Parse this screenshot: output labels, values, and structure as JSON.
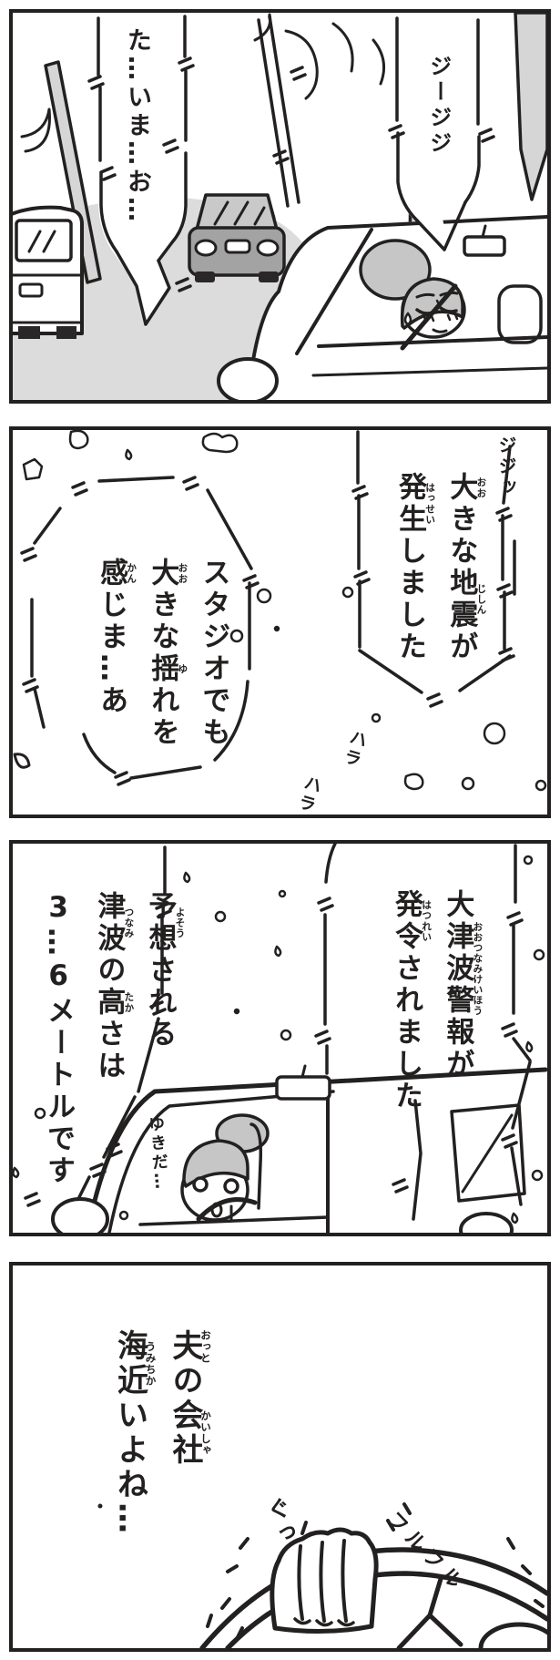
{
  "title": "four-panel earthquake manga page",
  "colors": {
    "ink": "#232020",
    "paper": "#ffffff",
    "road_gray": "#dcdcdc",
    "pole_gray": "#d6d6d6",
    "car_gray": "#a3a3a3",
    "glass_gray": "#c9c9c9",
    "hair_gray": "#c6c6c6"
  },
  "panels": [
    {
      "name": "driving-street-scene",
      "bubbles": [
        {
          "name": "radio-garbled",
          "lines": [
            [
              {
                "t": "た…いま…お…"
              }
            ]
          ]
        },
        {
          "name": "radio-static",
          "lines": [
            [
              {
                "t": "ジージジ"
              }
            ]
          ]
        }
      ],
      "sfx": []
    },
    {
      "name": "radio-quake-announcement",
      "bubbles": [
        {
          "name": "announcer-quake",
          "lines": [
            [
              {
                "t": "大",
                "r": "おお"
              },
              {
                "t": "きな"
              },
              {
                "t": "地震",
                "r": "じしん"
              },
              {
                "t": "が"
              }
            ],
            [
              {
                "t": "発生",
                "r": "はっせい"
              },
              {
                "t": "しました"
              }
            ]
          ]
        },
        {
          "name": "announcer-studio",
          "lines": [
            [
              {
                "t": "スタジオでも"
              }
            ],
            [
              {
                "t": "大",
                "r": "おお"
              },
              {
                "t": "きな"
              },
              {
                "t": "揺",
                "r": "ゆ"
              },
              {
                "t": "れを"
              }
            ],
            [
              {
                "t": "感",
                "r": "かん"
              },
              {
                "t": "じま…あ"
              }
            ]
          ]
        }
      ],
      "sfx": [
        {
          "name": "static-burst",
          "text": "ジジッ"
        },
        {
          "name": "debris-fall-1",
          "text": "ハラ"
        },
        {
          "name": "debris-fall-2",
          "text": "ハラ"
        }
      ]
    },
    {
      "name": "tsunami-warning",
      "bubbles": [
        {
          "name": "announcer-warning",
          "lines": [
            [
              {
                "t": "大津波警報",
                "r": "おおつなみけいほう"
              },
              {
                "t": "が"
              }
            ],
            [
              {
                "t": "発令",
                "r": "はつれい"
              },
              {
                "t": "されました"
              }
            ]
          ]
        },
        {
          "name": "announcer-height",
          "lines": [
            [
              {
                "t": "予想",
                "r": "よそう"
              },
              {
                "t": "される"
              }
            ],
            [
              {
                "t": "津波",
                "r": "つなみ"
              },
              {
                "t": "の"
              },
              {
                "t": "高",
                "r": "たか"
              },
              {
                "t": "さは"
              }
            ],
            [
              {
                "t": "3",
                "u": true
              },
              {
                "t": "…"
              },
              {
                "t": "6",
                "u": true
              },
              {
                "t": "メートルです"
              }
            ]
          ]
        }
      ],
      "sfx": [
        {
          "name": "murmur-snow",
          "text": "ゆきだ…"
        }
      ]
    },
    {
      "name": "worry-about-husband",
      "bubbles": [
        {
          "name": "monologue-husband",
          "lines": [
            [
              {
                "t": "夫",
                "r": "おっと"
              },
              {
                "t": "の"
              },
              {
                "t": "会社",
                "r": "かいしゃ"
              }
            ],
            [
              {
                "t": "海近",
                "r": "うみちか"
              },
              {
                "t": "いよね…"
              }
            ]
          ]
        }
      ],
      "sfx": [
        {
          "name": "grip",
          "text": "ぐっ"
        },
        {
          "name": "tremble",
          "text": "フルフル"
        }
      ]
    }
  ]
}
